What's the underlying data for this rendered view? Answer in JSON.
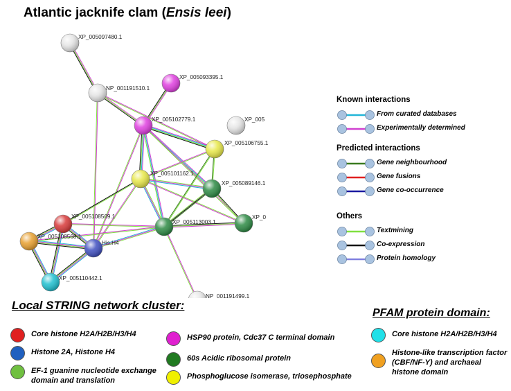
{
  "title": {
    "main": "Atlantic jacknife clam (",
    "species": "Ensis leei",
    "close": ")"
  },
  "network": {
    "nodes": [
      {
        "id": "XP_005097480.1",
        "label": "XP_005097480.1",
        "color": "#e6e6e6"
      },
      {
        "id": "XP_005093395.1",
        "label": "XP_005093395.1",
        "color": "#e040e0"
      },
      {
        "id": "NP_001191510.1",
        "label": "NP_001191510.1",
        "color": "#e6e6e6"
      },
      {
        "id": "XP_005102779.1",
        "label": "XP_005102779.1",
        "color": "#e040e0"
      },
      {
        "id": "XP_005",
        "label": "XP_005",
        "color": "#e6e6e6"
      },
      {
        "id": "XP_005106755.1",
        "label": "XP_005106755.1",
        "color": "#e8e84a"
      },
      {
        "id": "XP_005101162.1",
        "label": "XP_005101162.1",
        "color": "#e8e84a"
      },
      {
        "id": "XP_005089146.1",
        "label": "XP_005089146.1",
        "color": "#2e8b45"
      },
      {
        "id": "XP_0",
        "label": "XP_0",
        "color": "#2e8b45"
      },
      {
        "id": "XP_005113003.1",
        "label": "XP_005113003.1",
        "color": "#2e8b45"
      },
      {
        "id": "XP_005108569.1",
        "label": "XP_005108569.1",
        "color": "#d83a3a"
      },
      {
        "id": "XP_005108568.1",
        "label": "XP_005108568.1",
        "color": "#e8a030"
      },
      {
        "id": "His.H4",
        "label": "His.H4",
        "color": "#4050c0"
      },
      {
        "id": "XP_005110442.1",
        "label": "XP_005110442.1",
        "color": "#20c0d0"
      },
      {
        "id": "NP_001191499.1",
        "label": "NP_001191499.1",
        "color": "#e6e6e6"
      }
    ]
  },
  "legend": {
    "known_title": "Known interactions",
    "known": [
      {
        "label": "From curated databases",
        "color": "#22b5d8"
      },
      {
        "label": "Experimentally determined",
        "color": "#d040d0"
      }
    ],
    "predicted_title": "Predicted interactions",
    "predicted": [
      {
        "label": "Gene neighbourhood",
        "color": "#3a7a20"
      },
      {
        "label": "Gene fusions",
        "color": "#e02020"
      },
      {
        "label": "Gene co-occurrence",
        "color": "#1a1aa0"
      }
    ],
    "others_title": "Others",
    "others": [
      {
        "label": "Textmining",
        "color": "#80e040"
      },
      {
        "label": "Co-expression",
        "color": "#111111"
      },
      {
        "label": "Protein homology",
        "color": "#8080e0"
      }
    ]
  },
  "cluster": {
    "title": "Local STRING network cluster:",
    "items": [
      {
        "label": "Core histone H2A/H2B/H3/H4",
        "color": "#e02020"
      },
      {
        "label": "Histone 2A, Histone H4",
        "color": "#2060c0"
      },
      {
        "label": "EF-1 guanine nucleotide exchange domain and translation",
        "color": "#70c040"
      },
      {
        "label": "HSP90 protein, Cdc37 C terminal domain",
        "color": "#e020d0"
      },
      {
        "label": "60s Acidic ribosomal protein",
        "color": "#207a20"
      },
      {
        "label": "Phosphoglucose isomerase, triosephosphate",
        "color": "#f0f000"
      }
    ]
  },
  "pfam": {
    "title": "PFAM protein domain:",
    "items": [
      {
        "label": "Core histone H2A/H2B/H3/H4",
        "color": "#20e0e8"
      },
      {
        "label": "Histone-like transcription factor (CBF/NF-Y) and archaeal histone domain",
        "color": "#f0a020"
      }
    ]
  }
}
